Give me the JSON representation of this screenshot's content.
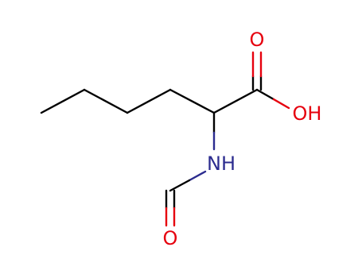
{
  "colors": {
    "carbon_bond": "#000000",
    "oxygen": "#e6000e",
    "nitrogen": "#2c2c8f",
    "background": "#ffffff"
  },
  "atoms": {
    "carbonyl_oxygen_acid": "O",
    "hydroxyl": "OH",
    "amide_nitrogen": "NH",
    "carbonyl_oxygen_formyl": "O"
  }
}
